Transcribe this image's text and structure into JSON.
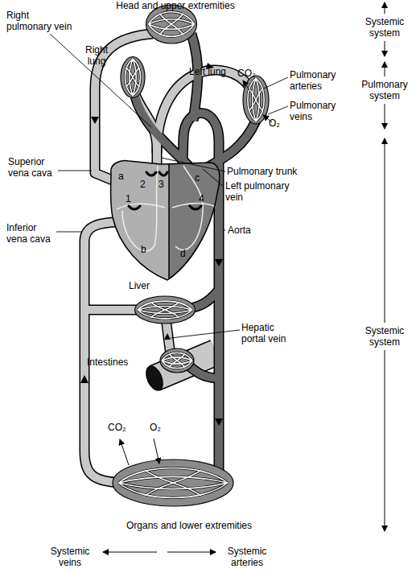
{
  "diagram": {
    "labels": [
      "Head and upper extremities",
      "Systemic system",
      "Right pulmonary vein",
      "Right lung",
      "Left lung",
      "CO₂",
      "Pulmonary arteries",
      "Pulmonary veins",
      "O₂",
      "Pulmonary system",
      "Superior vena cava",
      "a",
      "2",
      "3",
      "c",
      "1",
      "4",
      "Pulmonary trunk",
      "Left pulmonary vein",
      "Inferior vena cava",
      "b",
      "Aorta",
      "d",
      "Liver",
      "Hepatic portal vein",
      "Systemic system",
      "Intestines",
      "CO₂",
      "O₂",
      "Organs and lower extremities",
      "Systemic veins",
      "Systemic arteries"
    ]
  }
}
